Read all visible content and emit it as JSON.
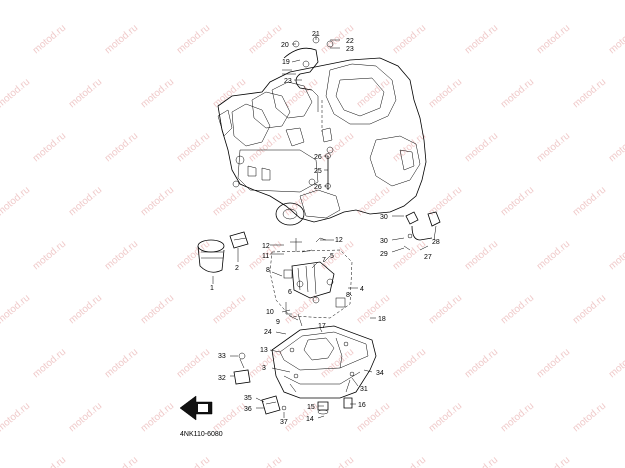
{
  "diagram": {
    "reference_code": "4NK110-6080",
    "watermark_text": "motod.ru",
    "callouts": [
      {
        "id": "c1",
        "label": "1"
      },
      {
        "id": "c2",
        "label": "2"
      },
      {
        "id": "c3",
        "label": "3"
      },
      {
        "id": "c4",
        "label": "4"
      },
      {
        "id": "c5",
        "label": "5"
      },
      {
        "id": "c6",
        "label": "6"
      },
      {
        "id": "c7",
        "label": "7"
      },
      {
        "id": "c8a",
        "label": "8"
      },
      {
        "id": "c8b",
        "label": "8"
      },
      {
        "id": "c9",
        "label": "9"
      },
      {
        "id": "c10",
        "label": "10"
      },
      {
        "id": "c11",
        "label": "11"
      },
      {
        "id": "c12a",
        "label": "12"
      },
      {
        "id": "c12b",
        "label": "12"
      },
      {
        "id": "c13",
        "label": "13"
      },
      {
        "id": "c14",
        "label": "14"
      },
      {
        "id": "c15",
        "label": "15"
      },
      {
        "id": "c16",
        "label": "16"
      },
      {
        "id": "c17",
        "label": "17"
      },
      {
        "id": "c18",
        "label": "18"
      },
      {
        "id": "c19",
        "label": "19"
      },
      {
        "id": "c20",
        "label": "20"
      },
      {
        "id": "c21",
        "label": "21"
      },
      {
        "id": "c22",
        "label": "22"
      },
      {
        "id": "c23a",
        "label": "23"
      },
      {
        "id": "c23b",
        "label": "23"
      },
      {
        "id": "c24",
        "label": "24"
      },
      {
        "id": "c25",
        "label": "25"
      },
      {
        "id": "c26a",
        "label": "26"
      },
      {
        "id": "c26b",
        "label": "26"
      },
      {
        "id": "c27",
        "label": "27"
      },
      {
        "id": "c28",
        "label": "28"
      },
      {
        "id": "c29",
        "label": "29"
      },
      {
        "id": "c30a",
        "label": "30"
      },
      {
        "id": "c30b",
        "label": "30"
      },
      {
        "id": "c31",
        "label": "31"
      },
      {
        "id": "c32",
        "label": "32"
      },
      {
        "id": "c33",
        "label": "33"
      },
      {
        "id": "c34",
        "label": "34"
      },
      {
        "id": "c35",
        "label": "35"
      },
      {
        "id": "c36",
        "label": "36"
      },
      {
        "id": "c37",
        "label": "37"
      }
    ]
  }
}
